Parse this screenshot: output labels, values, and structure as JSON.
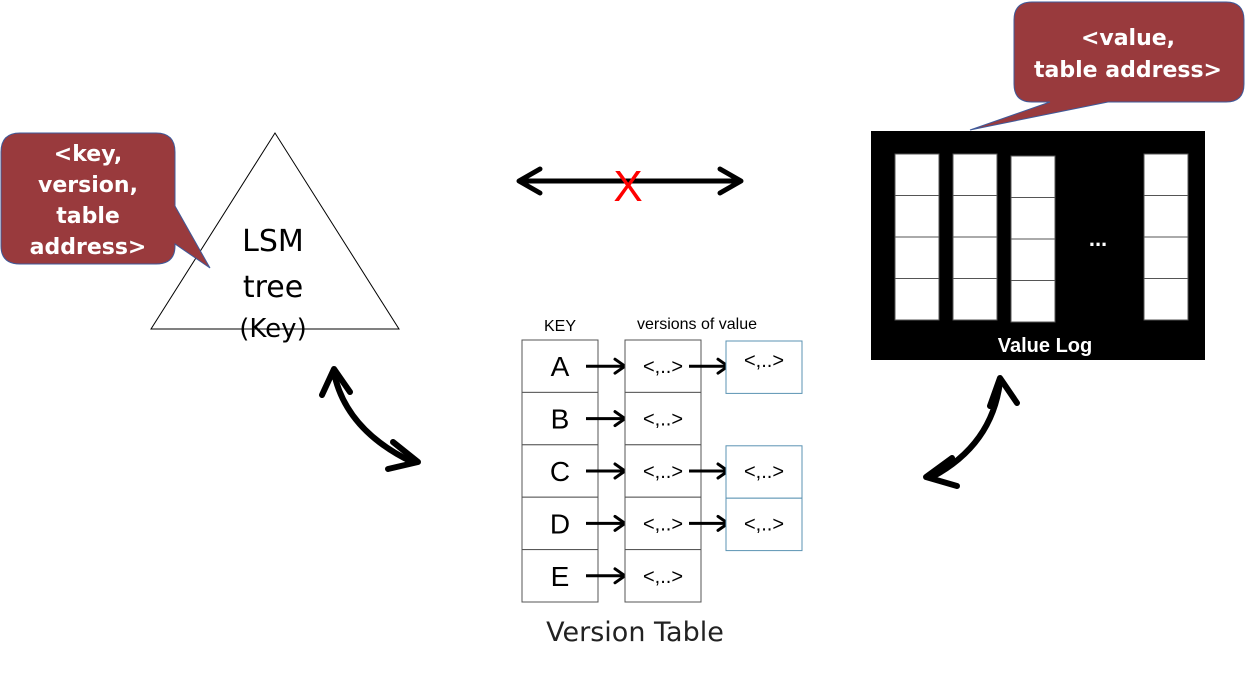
{
  "lsm_tree": {
    "label_lines": [
      "LSM",
      "tree",
      "(Key)"
    ],
    "callout_lines": [
      "<key,",
      "version,",
      "table",
      "address>"
    ]
  },
  "value_log": {
    "label": "Value Log",
    "ellipsis": "...",
    "columns": 4,
    "cells_per_column": 4,
    "callout_lines": [
      "<value,",
      "table address>"
    ]
  },
  "direct_link": {
    "blocked_mark": "X",
    "blocked_color": "#ff0000"
  },
  "version_table": {
    "title": "Version Table",
    "key_header": "KEY",
    "versions_header": "versions of value",
    "rows": [
      {
        "key": "A",
        "versions": [
          "<,..>",
          "<,..>"
        ]
      },
      {
        "key": "B",
        "versions": [
          "<,..>"
        ]
      },
      {
        "key": "C",
        "versions": [
          "<,..>",
          "<,..>"
        ]
      },
      {
        "key": "D",
        "versions": [
          "<,..>",
          "<,..>"
        ]
      },
      {
        "key": "E",
        "versions": [
          "<,..>"
        ]
      }
    ]
  },
  "colors": {
    "callout_fill": "#993a3d",
    "callout_border": "#3f5a9a",
    "extra_version_border": "#5b93b3",
    "value_log_bg": "#000000"
  }
}
